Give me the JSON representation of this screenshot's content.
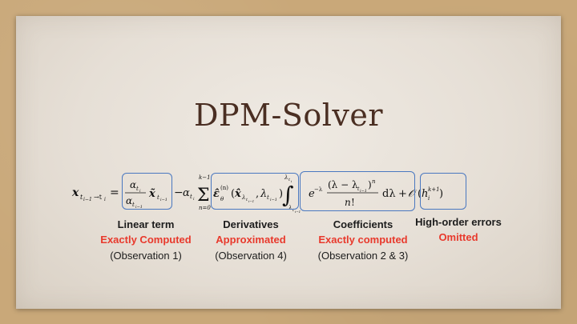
{
  "slide": {
    "title": "DPM-Solver",
    "equation_description": "Exact solution of the diffusion ODE split into linear term, derivatives, coefficients and high-order errors",
    "terms": [
      {
        "label": "Linear term",
        "status": "Exactly Computed",
        "observation": "(Observation 1)"
      },
      {
        "label": "Derivatives",
        "status": "Approximated",
        "observation": "(Observation 4)"
      },
      {
        "label": "Coefficients",
        "status": "Exactly computed",
        "observation": "(Observation 2 & 3)"
      },
      {
        "label": "High-order errors",
        "status": "Omitted",
        "observation": ""
      }
    ],
    "colors": {
      "highlight_box": "#4a78c0",
      "status_text": "#e8392c",
      "title": "#4a2e22"
    }
  }
}
